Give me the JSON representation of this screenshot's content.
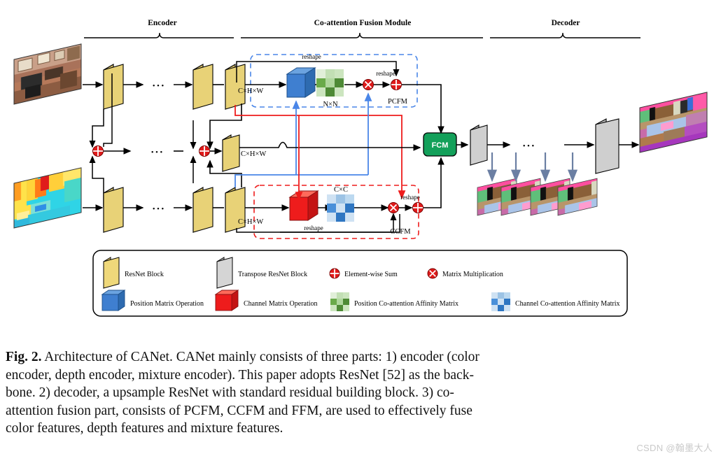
{
  "figure": {
    "sections": [
      {
        "id": "encoder",
        "label": "Encoder"
      },
      {
        "id": "cofusion",
        "label": "Co-attention Fusion Module"
      },
      {
        "id": "decoder",
        "label": "Decoder"
      }
    ],
    "modules": {
      "pcfm_label": "PCFM",
      "ccfm_label": "CCFM",
      "fcm_label": "FCM"
    },
    "tensor_labels": {
      "color_branch": "C×H×W",
      "mixture_branch": "C×H×W",
      "depth_branch": "C×H×W",
      "position_affinity": "N×N",
      "channel_affinity": "C×C"
    },
    "edge_labels": {
      "pcfm_skip_reshape": "reshape",
      "pcfm_out_reshape": "reshape",
      "ccfm_skip_reshape": "reshape",
      "ccfm_out_reshape": "reshape"
    },
    "ellipsis": "• • •",
    "legend": {
      "items": [
        {
          "id": "resnet-block",
          "label": "ResNet Block",
          "glyph": "cube",
          "color": "#efd87a"
        },
        {
          "id": "transpose-resnet-block",
          "label": "Transpose ResNet Block",
          "glyph": "cube",
          "color": "#cfcfcf"
        },
        {
          "id": "element-wise-sum",
          "label": "Element-wise Sum",
          "glyph": "circle-plus",
          "color": "#e01b1b"
        },
        {
          "id": "matrix-multiplication",
          "label": "Matrix Multiplication",
          "glyph": "circle-times",
          "color": "#e01b1b"
        },
        {
          "id": "position-matrix-operation",
          "label": "Position Matrix Operation",
          "glyph": "cube3d",
          "color": "#3f7fd0"
        },
        {
          "id": "channel-matrix-operation",
          "label": "Channel Matrix Operation",
          "glyph": "cube3d",
          "color": "#ee1c1c"
        },
        {
          "id": "position-affinity-matrix",
          "label": "Position Co-attention Affinity Matrix",
          "glyph": "grid",
          "color": "#4e9a3e"
        },
        {
          "id": "channel-affinity-matrix",
          "label": "Channel Co-attention Affinity Matrix",
          "glyph": "grid",
          "color": "#3b7fc4"
        }
      ]
    },
    "colors": {
      "resnet_block": "#efd87a",
      "transpose_block": "#cfcfcf",
      "position_cube": "#3f7fd0",
      "channel_cube": "#ee1c1c",
      "fcm_box": "#13a05a",
      "pcfm_dashed": "#4a86e8",
      "ccfm_dashed": "#ee1c1c",
      "sum_symbol": "#e01b1b",
      "decoder_arrow": "#6b7fa3"
    }
  },
  "caption": {
    "label": "Fig. 2.",
    "line1": "Architecture of CANet. CANet mainly consists of three parts: 1) encoder (color",
    "line2": "encoder, depth encoder, mixture encoder). This paper adopts ResNet [52] as the back-",
    "line3": "bone. 2) decoder, a upsample ResNet with standard residual building block. 3) co-",
    "line4": "attention fusion part, consists of PCFM, CCFM and FFM, are used to effectively fuse",
    "line5": "color features, depth features and mixture features.",
    "full": "Fig. 2. Architecture of CANet. CANet mainly consists of three parts: 1) encoder (color encoder, depth encoder, mixture encoder). This paper adopts ResNet [52] as the backbone. 2) decoder, a upsample ResNet with standard residual building block. 3) co-attention fusion part, consists of PCFM, CCFM and FFM, are used to effectively fuse color features, depth features and mixture features."
  },
  "watermark": {
    "text": "CSDN @翰墨大人"
  }
}
